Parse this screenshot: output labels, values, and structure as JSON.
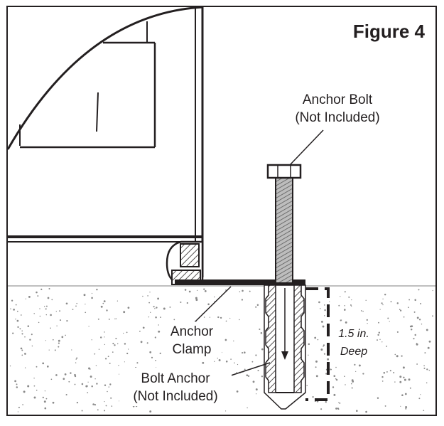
{
  "figure": {
    "title": "Figure 4"
  },
  "labels": {
    "anchor_bolt_line1": "Anchor Bolt",
    "anchor_bolt_line2": "(Not Included)",
    "anchor_clamp_line1": "Anchor",
    "anchor_clamp_line2": "Clamp",
    "bolt_anchor_line1": "Bolt Anchor",
    "bolt_anchor_line2": "(Not Included)",
    "depth_line1": "1.5 in.",
    "depth_line2": "Deep"
  },
  "colors": {
    "ink": "#231f20",
    "concrete_speckle": "#8a8a8a",
    "bolt_shade": "#6e6e6e"
  }
}
